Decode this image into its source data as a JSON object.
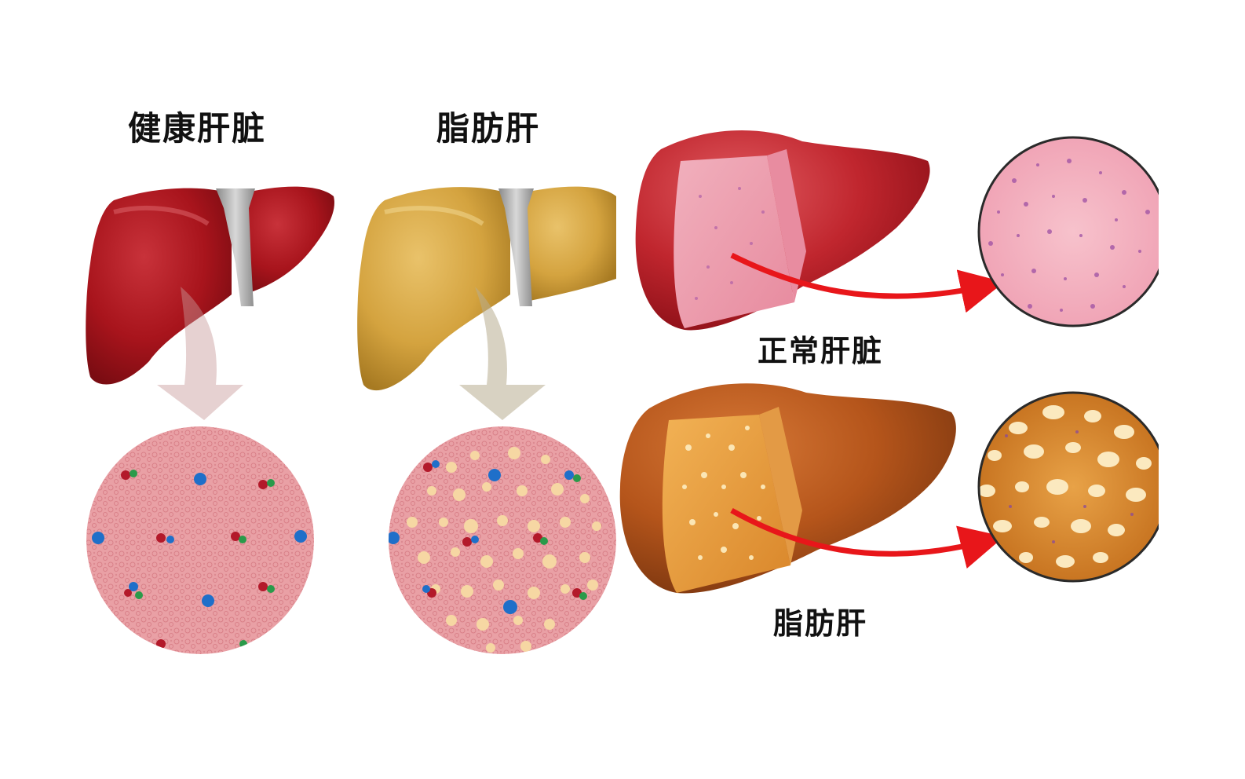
{
  "left": {
    "healthy_title": "健康肝脏",
    "fatty_title": "脂肪肝"
  },
  "right": {
    "normal_title": "正常肝脏",
    "fatty_title": "脂肪肝"
  },
  "colors": {
    "healthy_liver": "#a8141c",
    "fatty_liver": "#d9a640",
    "tissue_pink": "#e89aa0",
    "fat_droplet": "#f6d7a3",
    "arrow_red": "#e8161a",
    "brown_liver": "#b5551b"
  }
}
